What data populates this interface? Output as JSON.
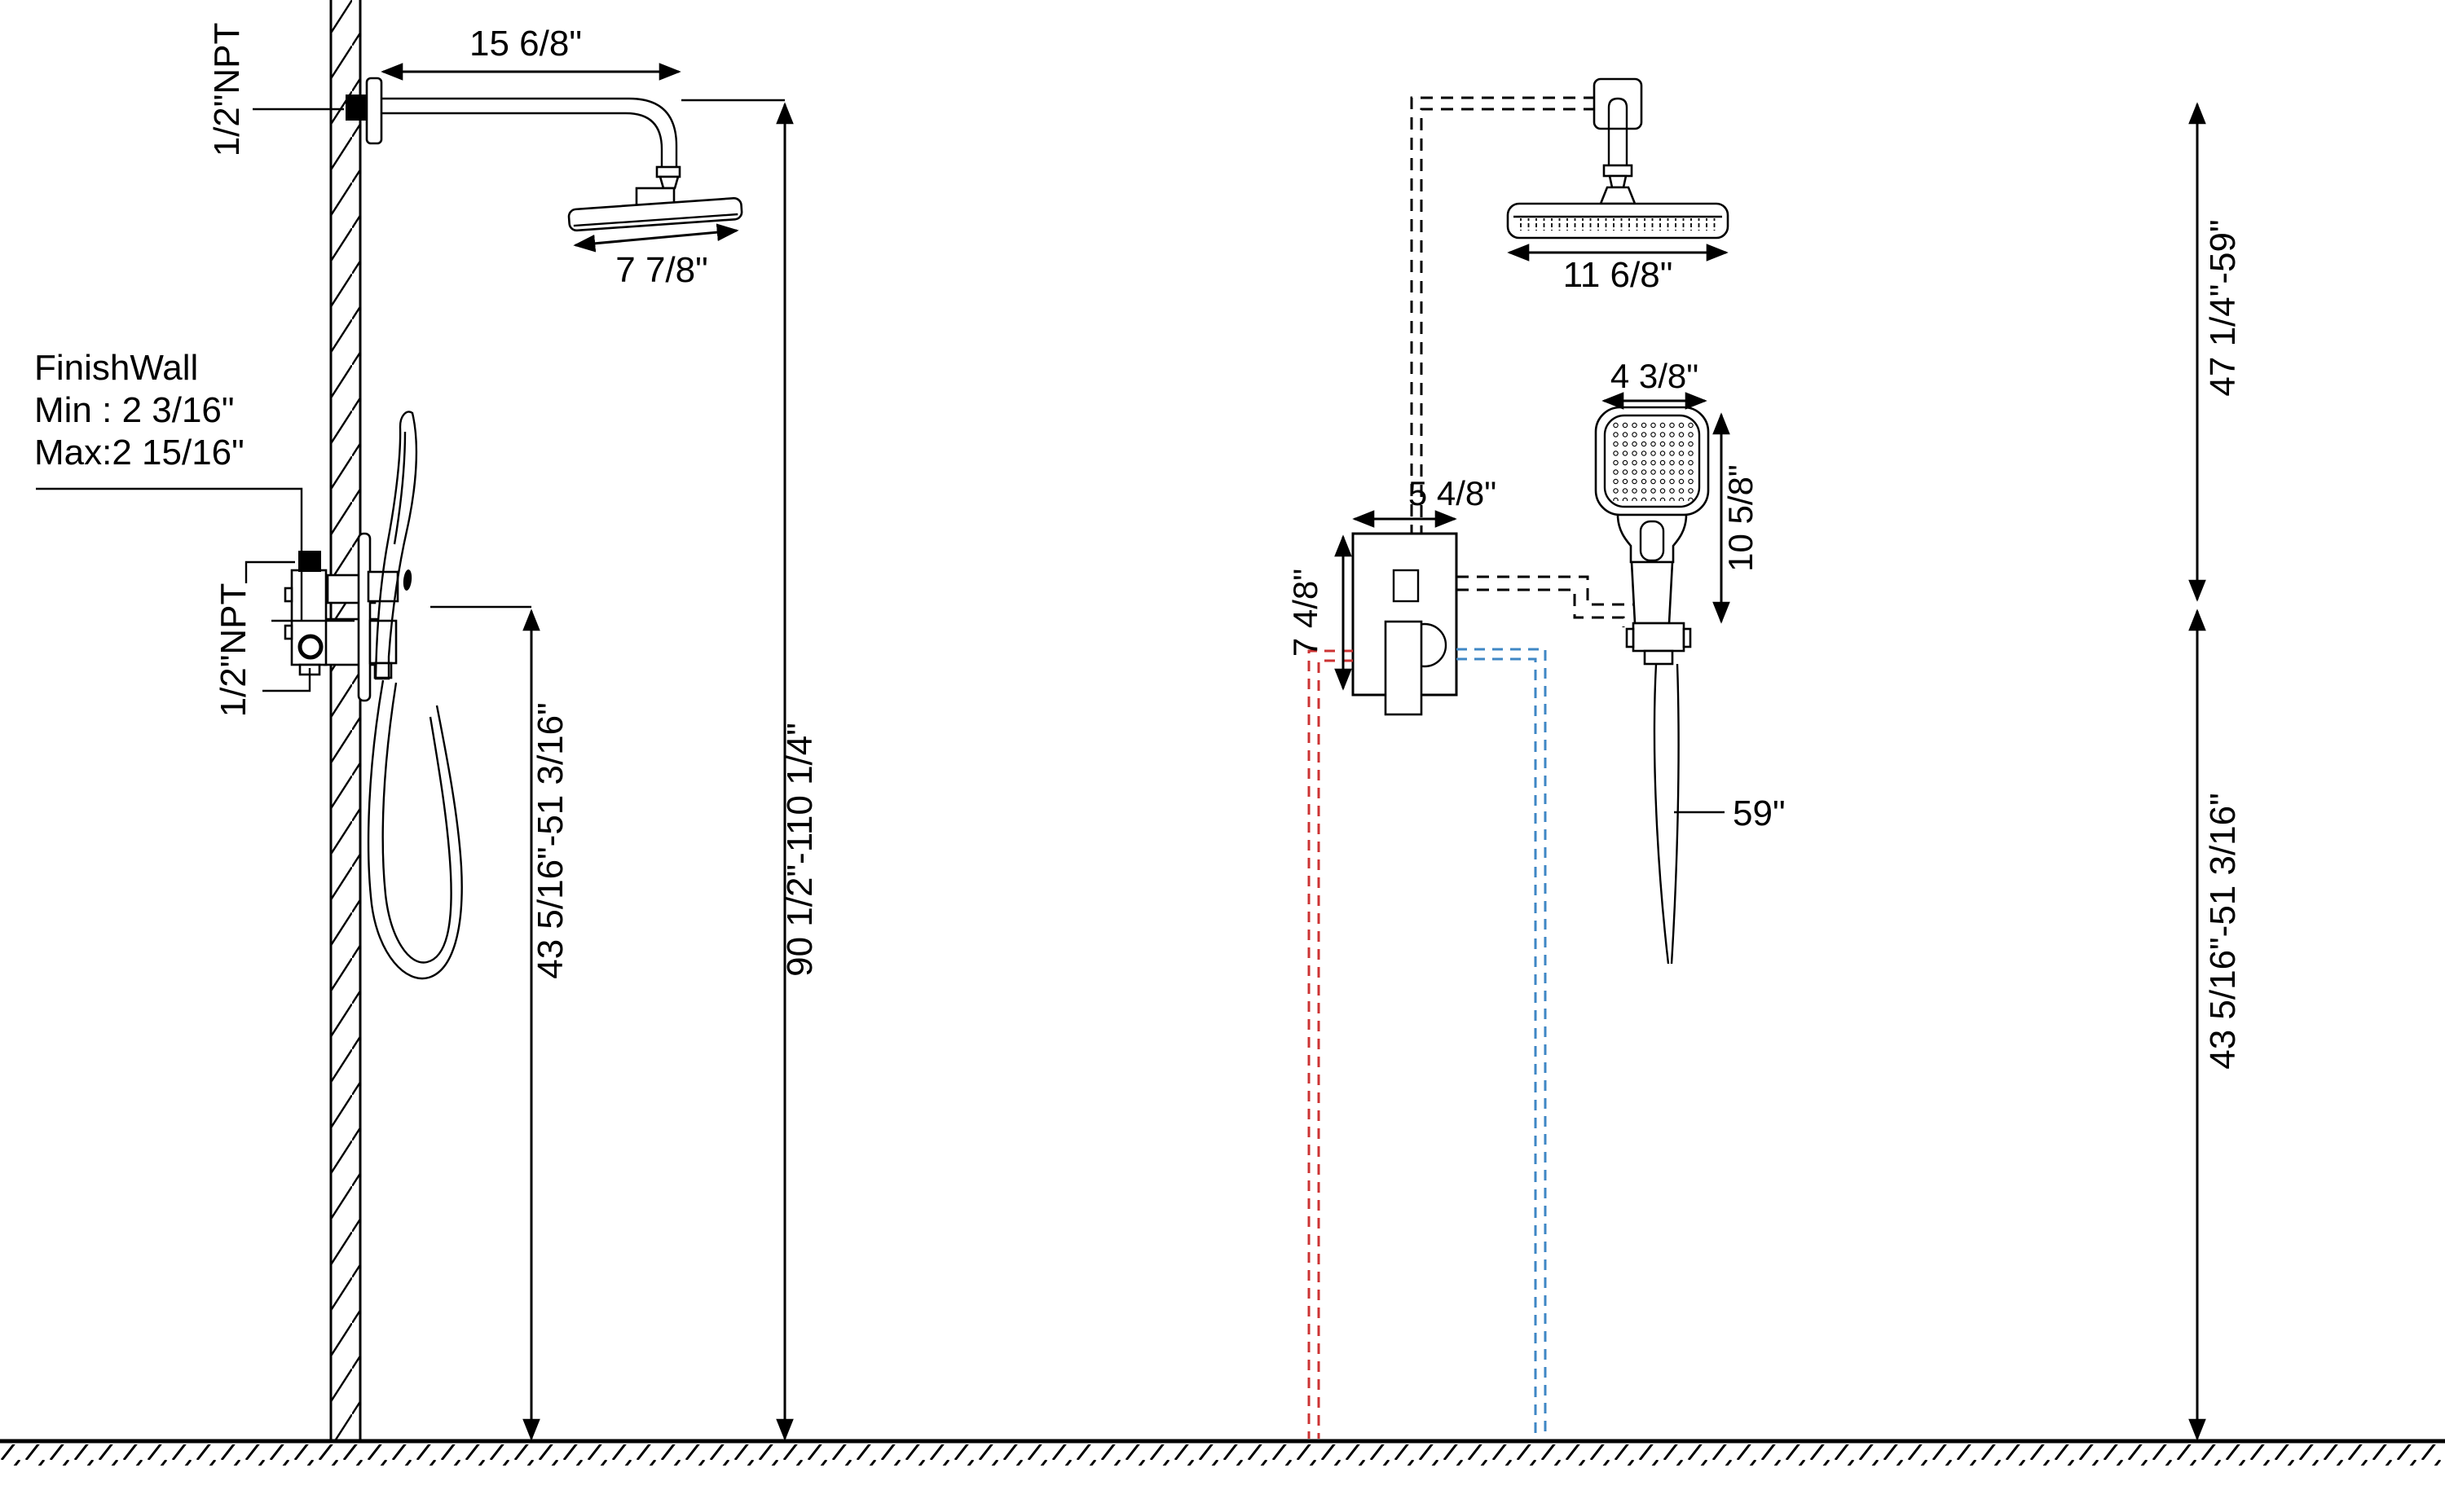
{
  "labels": {
    "arm_reach": "15 6/8\"",
    "npt_top": "1/2\"NPT",
    "head_width": "7 7/8\"",
    "finishwall_1": "FinishWall",
    "finishwall_2": "Min : 2 3/16\"",
    "finishwall_3": "Max:2 15/16\"",
    "npt_valve": "1/2\"NPT",
    "left_valve_to_floor": "43 5/16\"-51 3/16\"",
    "left_head_to_floor": "90 1/2\"-110 1/4\"",
    "rain_width": "11 6/8\"",
    "hand_width": "4 3/8\"",
    "hand_height": "10 5/8\"",
    "valve_width": "5 4/8\"",
    "valve_height": "7 4/8\"",
    "hose_length": "59\"",
    "right_holder_to_head": "47 1/4\"-59\"",
    "right_floor_to_holder": "43 5/16\"-51 3/16\""
  },
  "colors": {
    "line": "#000000",
    "hot_supply": "#cc3333",
    "cold_supply": "#3f87c5",
    "background": "#ffffff"
  }
}
